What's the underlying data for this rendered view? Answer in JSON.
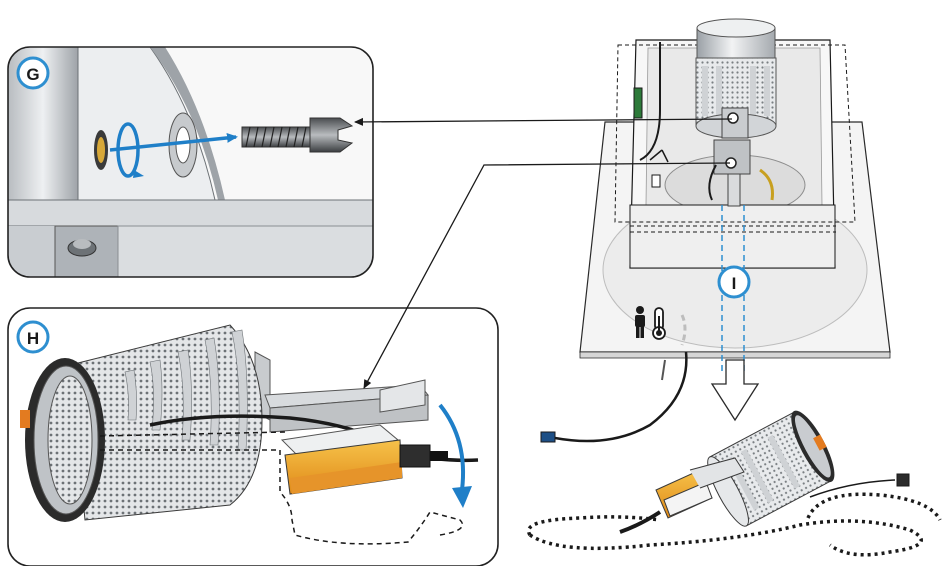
{
  "badges": {
    "g": "G",
    "h": "H",
    "i": "I"
  },
  "colors": {
    "badge_ring": "#2e8fd0",
    "arrow_blue": "#1f7fc8",
    "actuator_orange": "#f0a830",
    "panel_border": "#222222",
    "metal_light": "#d8dadc",
    "metal_dark": "#8a8e92",
    "cable": "#1a1a1a",
    "dashed_blue": "#2e8fd0"
  },
  "icons": [
    "person-icon",
    "thermometer-icon",
    "screw-icon",
    "rotation-arrow-icon",
    "down-arrow-icon"
  ]
}
